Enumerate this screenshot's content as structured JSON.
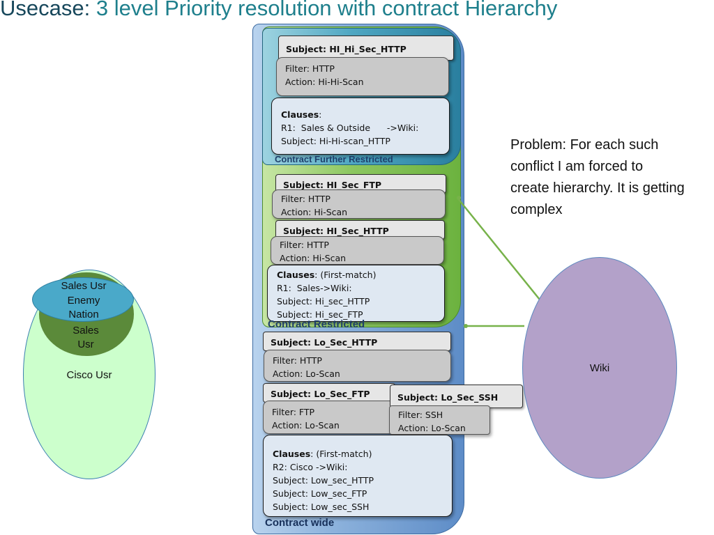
{
  "title": {
    "part1": "Usecase:",
    "part2": " 3 level Priority resolution with contract Hierarchy"
  },
  "regions": {
    "further": "Contract Further Restricted",
    "restricted": "Contract Restricted",
    "wide": "Contract wide"
  },
  "further_restricted": {
    "subject": "Subject: HI_Hi_Sec_HTTP",
    "filter": "Filter: HTTP",
    "action": "Action:  Hi-Hi-Scan",
    "clauses_heading": "Clauses",
    "clauses_suffix": ":",
    "clauses_lines": [
      "R1:  Sales & Outside      ->Wiki:",
      "Subject: Hi-Hi-scan_HTTP"
    ]
  },
  "restricted": {
    "subject_ftp": "Subject: HI_Sec_FTP",
    "filter_ftp": "Filter: HTTP",
    "action_ftp": "Action:  Hi-Scan",
    "subject_http": "Subject: HI_Sec_HTTP",
    "filter_http": "Filter: HTTP",
    "action_http": "Action:  Hi-Scan",
    "clauses_heading": "Clauses",
    "clauses_suffix": ": (First-match)",
    "clauses_lines": [
      "R1:  Sales->Wiki:",
      "Subject: Hi_sec_HTTP",
      "Subject: Hi_sec_FTP"
    ]
  },
  "wide": {
    "subject_http": "Subject: Lo_Sec_HTTP",
    "filter_http": "Filter: HTTP",
    "action_http": "Action:  Lo-Scan",
    "subject_ftp": "Subject: Lo_Sec_FTP",
    "filter_ftp": "Filter: FTP",
    "action_ftp": "Action:  Lo-Scan",
    "subject_ssh": "Subject: Lo_Sec_SSH",
    "filter_ssh": "Filter: SSH",
    "action_ssh": "Action:  Lo-Scan",
    "clauses_heading": "Clauses",
    "clauses_suffix": ": (First-match)",
    "clauses_lines": [
      "R2: Cisco ->Wiki:",
      "Subject: Low_sec_HTTP",
      "Subject: Low_sec_FTP",
      "Subject: Low_sec_SSH"
    ]
  },
  "problem": "Problem: For each such conflict I am forced to create hierarchy. It is getting complex",
  "groups": {
    "enemy": [
      "Sales Usr",
      "Enemy",
      "Nation"
    ],
    "sales": [
      "Sales",
      "Usr"
    ],
    "cisco": "Cisco Usr"
  },
  "wiki": "Wiki",
  "colors": {
    "title_dark": "#17475b",
    "title_teal": "#1e7f8c",
    "connector": "#77b24a",
    "wiki_fill": "#b3a1c9",
    "cisco_fill": "#ccffcc"
  }
}
